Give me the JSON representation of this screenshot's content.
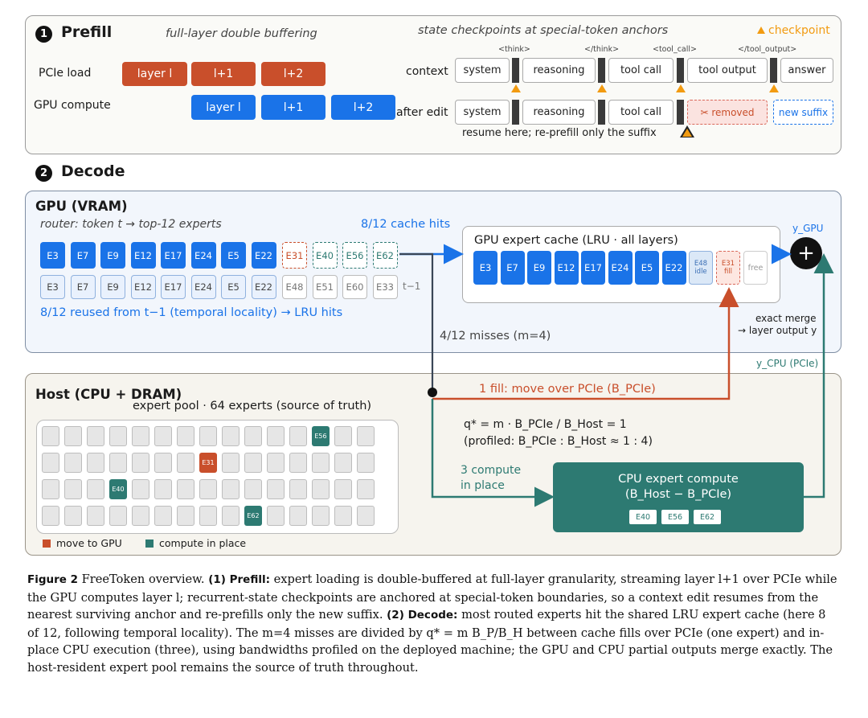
{
  "prefill": {
    "num": "1",
    "title": "Prefill",
    "subtitle": "full-layer double buffering",
    "state_title": "state checkpoints at special-token anchors",
    "legend_checkpoint": "checkpoint",
    "row1_label": "PCIe load",
    "row2_label": "GPU compute",
    "pcie_blocks": [
      "layer l",
      "l+1",
      "l+2"
    ],
    "gpu_blocks": [
      "layer l",
      "l+1",
      "l+2"
    ],
    "context_label": "context",
    "after_label": "after edit",
    "tags": [
      "<think>",
      "</think>",
      "<tool_call>",
      "</tool_output>"
    ],
    "context_segments": [
      "system",
      "reasoning",
      "tool call",
      "tool output",
      "answer"
    ],
    "after_segments": [
      "system",
      "reasoning",
      "tool call"
    ],
    "removed": "✂ removed",
    "new_suffix": "new suffix",
    "resume_note": "resume here; re-prefill only the suffix"
  },
  "decode": {
    "num": "2",
    "title": "Decode",
    "gpu_title": "GPU (VRAM)",
    "router_note": "router: token t → top-12 experts",
    "cache_hits": "8/12 cache hits",
    "routed_hot": [
      "E3",
      "E7",
      "E9",
      "E12",
      "E17",
      "E24",
      "E5",
      "E22"
    ],
    "routed_miss": [
      "E31",
      "E40",
      "E56",
      "E62"
    ],
    "prev_hot": [
      "E3",
      "E7",
      "E9",
      "E12",
      "E17",
      "E24",
      "E5",
      "E22"
    ],
    "prev_other": [
      "E48",
      "E51",
      "E60",
      "E33"
    ],
    "prev_label": "t−1",
    "reuse_note": "8/12 reused from t−1 (temporal locality) → LRU hits",
    "misses_note": "4/12 misses (m=4)",
    "cache_title": "GPU expert cache (LRU · all layers)",
    "cache_hot": [
      "E3",
      "E7",
      "E9",
      "E12",
      "E17",
      "E24",
      "E5",
      "E22"
    ],
    "cache_idle": "E48 idle",
    "cache_fill": "E31 fill",
    "cache_free": "free",
    "y_gpu": "y_GPU",
    "merge_note_1": "exact merge",
    "merge_note_2": "→ layer output y",
    "y_cpu": "y_CPU (PCIe)",
    "host_title": "Host (CPU + DRAM)",
    "pool_title": "expert pool · 64 experts (source of truth)",
    "pool_labels": {
      "e56": "E56",
      "e31": "E31",
      "e40": "E40",
      "e62": "E62"
    },
    "fill_note": "1 fill: move over PCIe (B_PCIe)",
    "qstar_1": "q* = m · B_PCIe / B_Host = 1",
    "qstar_2": "(profiled: B_PCIe : B_Host ≈ 1 : 4)",
    "compute_note_1": "3 compute",
    "compute_note_2": "in place",
    "cpu_title_1": "CPU expert compute",
    "cpu_title_2": "(B_Host − B_PCIe)",
    "cpu_chips": [
      "E40",
      "E56",
      "E62"
    ],
    "legend_move": "move to GPU",
    "legend_compute": "compute in place"
  },
  "caption": {
    "fig": "Figure 2",
    "intro": "FreeToken overview.",
    "p1_head": "(1) Prefill:",
    "p1_text": "expert loading is double-buffered at full-layer granularity, streaming layer l+1 over PCIe while the GPU computes layer l; recurrent-state checkpoints are anchored at special-token boundaries, so a context edit resumes from the nearest surviving anchor and re-prefills only the new suffix.",
    "p2_head": "(2) Decode:",
    "p2_text": "most routed experts hit the shared LRU expert cache (here 8 of 12, following temporal locality). The m=4 misses are divided by q* = m B_P/B_H between cache fills over PCIe (one expert) and in-place CPU execution (three), using bandwidths profiled on the deployed machine; the GPU and CPU partial outputs merge exactly. The host-resident expert pool remains the source of truth throughout."
  },
  "colors": {
    "orange": "#c94f2b",
    "blue": "#1a73e8",
    "teal": "#2d7a72",
    "checkpoint": "#f29b11"
  }
}
